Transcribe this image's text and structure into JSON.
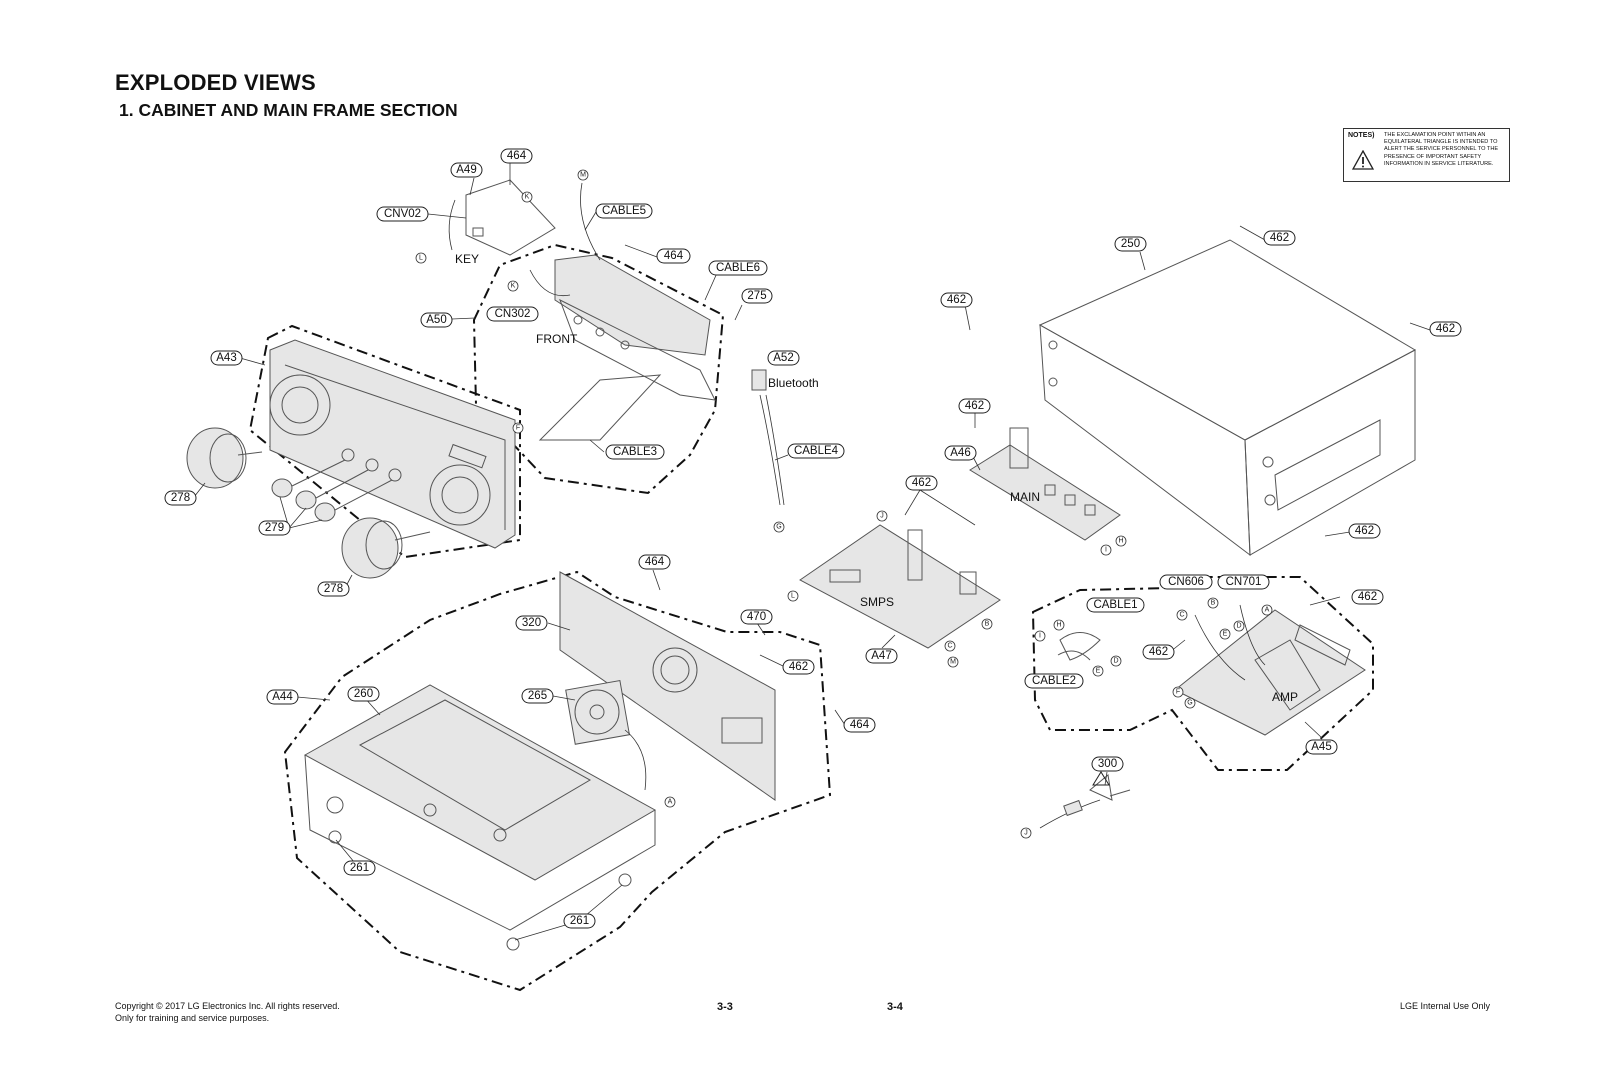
{
  "header": {
    "title": "EXPLODED VIEWS",
    "subtitle": "1. CABINET AND MAIN FRAME SECTION"
  },
  "notes": {
    "label": "NOTES)",
    "text": "THE EXCLAMATION POINT WITHIN AN EQUILATERAL TRIANGLE IS INTENDED TO ALERT THE SERVICE PERSONNEL TO THE PRESENCE OF IMPORTANT SAFETY INFORMATION IN SERVICE LITERATURE."
  },
  "callouts": {
    "p464a": "464",
    "a49": "A49",
    "cnv02": "CNV02",
    "cable5": "CABLE5",
    "p464b": "464",
    "cable6": "CABLE6",
    "p275": "275",
    "a50": "A50",
    "cn302": "CN302",
    "a52": "A52",
    "a43": "A43",
    "cable3": "CABLE3",
    "cable4": "CABLE4",
    "p278a": "278",
    "p279": "279",
    "p278b": "278",
    "p250": "250",
    "p462a": "462",
    "p462b": "462",
    "p462c": "462",
    "p462d": "462",
    "a46": "A46",
    "p462e": "462",
    "p462f": "462",
    "p464c": "464",
    "p470": "470",
    "p320": "320",
    "p462g": "462",
    "a47": "A47",
    "cn606": "CN606",
    "cn701": "CN701",
    "p462h": "462",
    "cable1": "CABLE1",
    "p462i": "462",
    "cable2": "CABLE2",
    "a44": "A44",
    "p260": "260",
    "p265": "265",
    "p464d": "464",
    "a45": "A45",
    "p300": "300",
    "p261a": "261",
    "p261b": "261"
  },
  "labels": {
    "key": "KEY",
    "front": "FRONT",
    "bluetooth": "Bluetooth",
    "main": "MAIN",
    "smps": "SMPS",
    "amp": "AMP"
  },
  "connectors": {
    "m1": "M",
    "k1": "K",
    "l1": "L",
    "k2": "K",
    "f1": "F",
    "g1": "G",
    "j1": "J",
    "l2": "L",
    "c1": "C",
    "m2": "M",
    "b1": "B",
    "h1": "H",
    "i1": "I",
    "c2": "C",
    "b2": "B",
    "a1": "A",
    "h2": "H",
    "i2": "I",
    "e1": "E",
    "d1": "D",
    "e2": "E",
    "d2": "D",
    "f2": "F",
    "g2": "G",
    "a2": "A",
    "j2": "J"
  },
  "footer": {
    "copyright": "Copyright © 2017 LG Electronics Inc. All rights reserved.",
    "training": "Only for training and service purposes.",
    "page_left": "3-3",
    "page_right": "3-4",
    "internal": "LGE Internal Use Only"
  }
}
